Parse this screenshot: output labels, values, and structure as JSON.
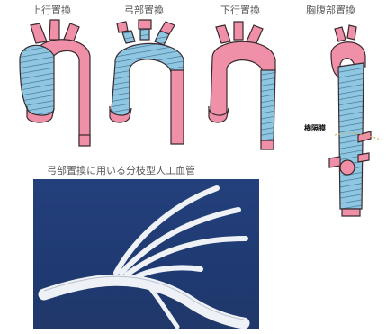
{
  "labels": {
    "ascending": "上行置換",
    "arch": "弓部置換",
    "descending": "下行置換",
    "thoracoabdominal": "胸腹部置換",
    "diaphragm": "横隔膜",
    "branched_graft_caption": "弓部置換に用いる分枝型人工血管"
  },
  "colors": {
    "vessel": "#f08fa8",
    "graft": "#8fc7e3",
    "outline": "#3a2a2e",
    "photo_bg": "#203a70",
    "graft_photo": "#eef1f5"
  }
}
